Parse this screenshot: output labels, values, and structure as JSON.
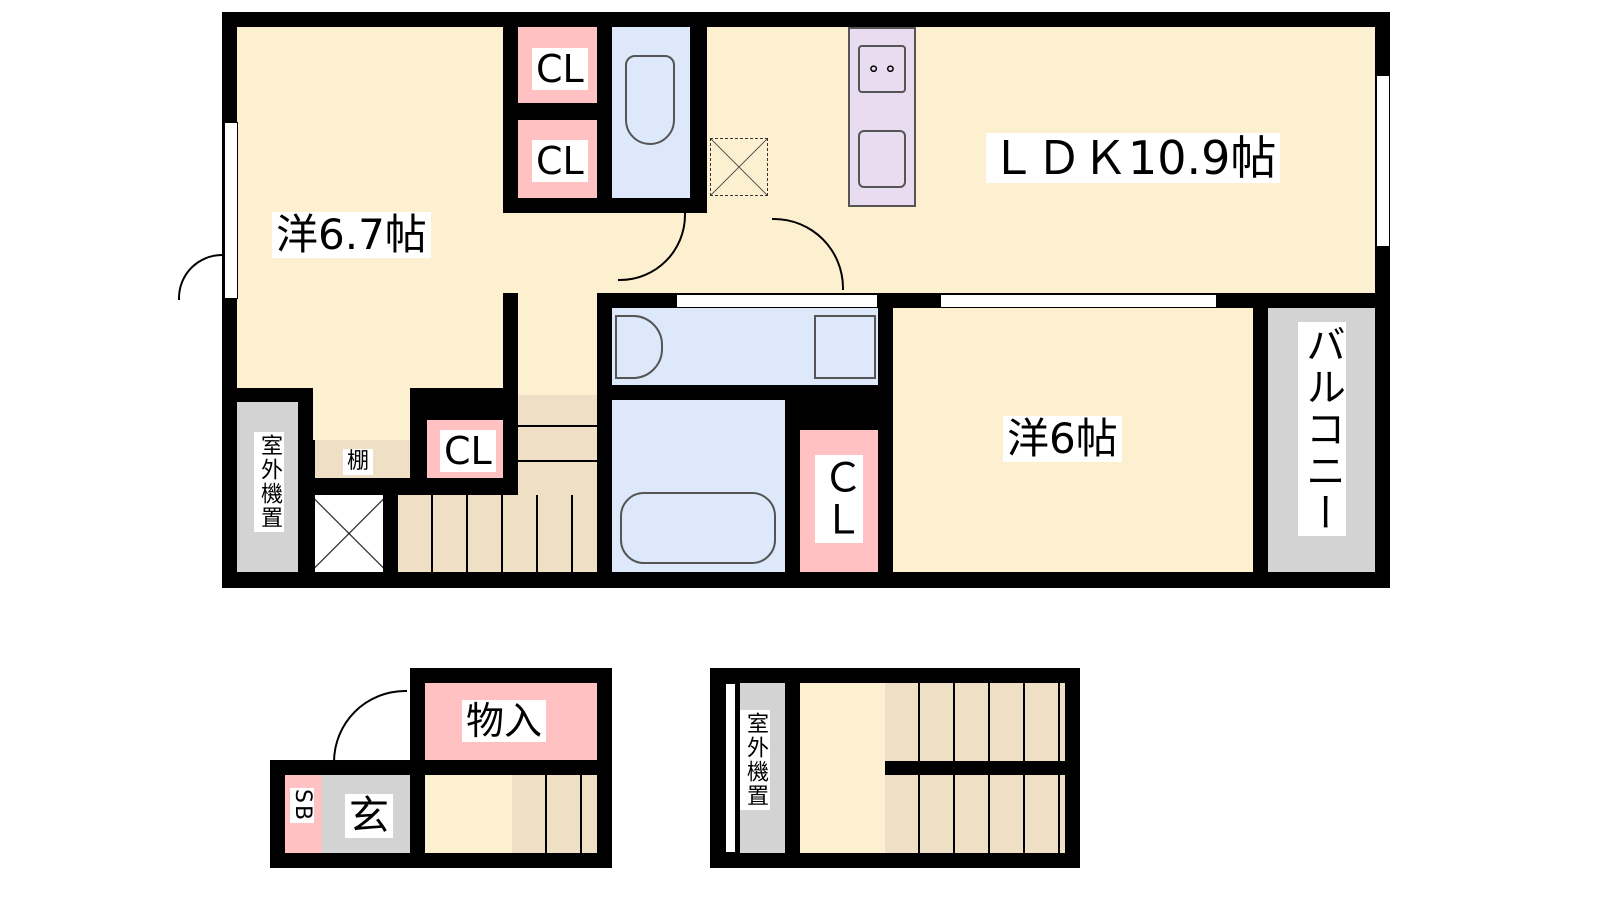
{
  "rooms": {
    "western_1": "洋6.7帖",
    "ldk": "ＬＤＫ10.9帖",
    "western_2": "洋6帖",
    "balcony": "バルコニー",
    "closet": "CL",
    "closet_large": "ＣＬ",
    "outdoor_unit": "室外機置",
    "shelf": "棚",
    "storage": "物入",
    "entrance": "玄",
    "shoe_box": "SB"
  },
  "colors": {
    "room": "#fdf0d0",
    "closet": "#ffc1c1",
    "wet": "#dde9fb",
    "outdoor": "#d3d3d3",
    "stairs": "#efdfc4",
    "kitchen": "#e9dcf0"
  }
}
